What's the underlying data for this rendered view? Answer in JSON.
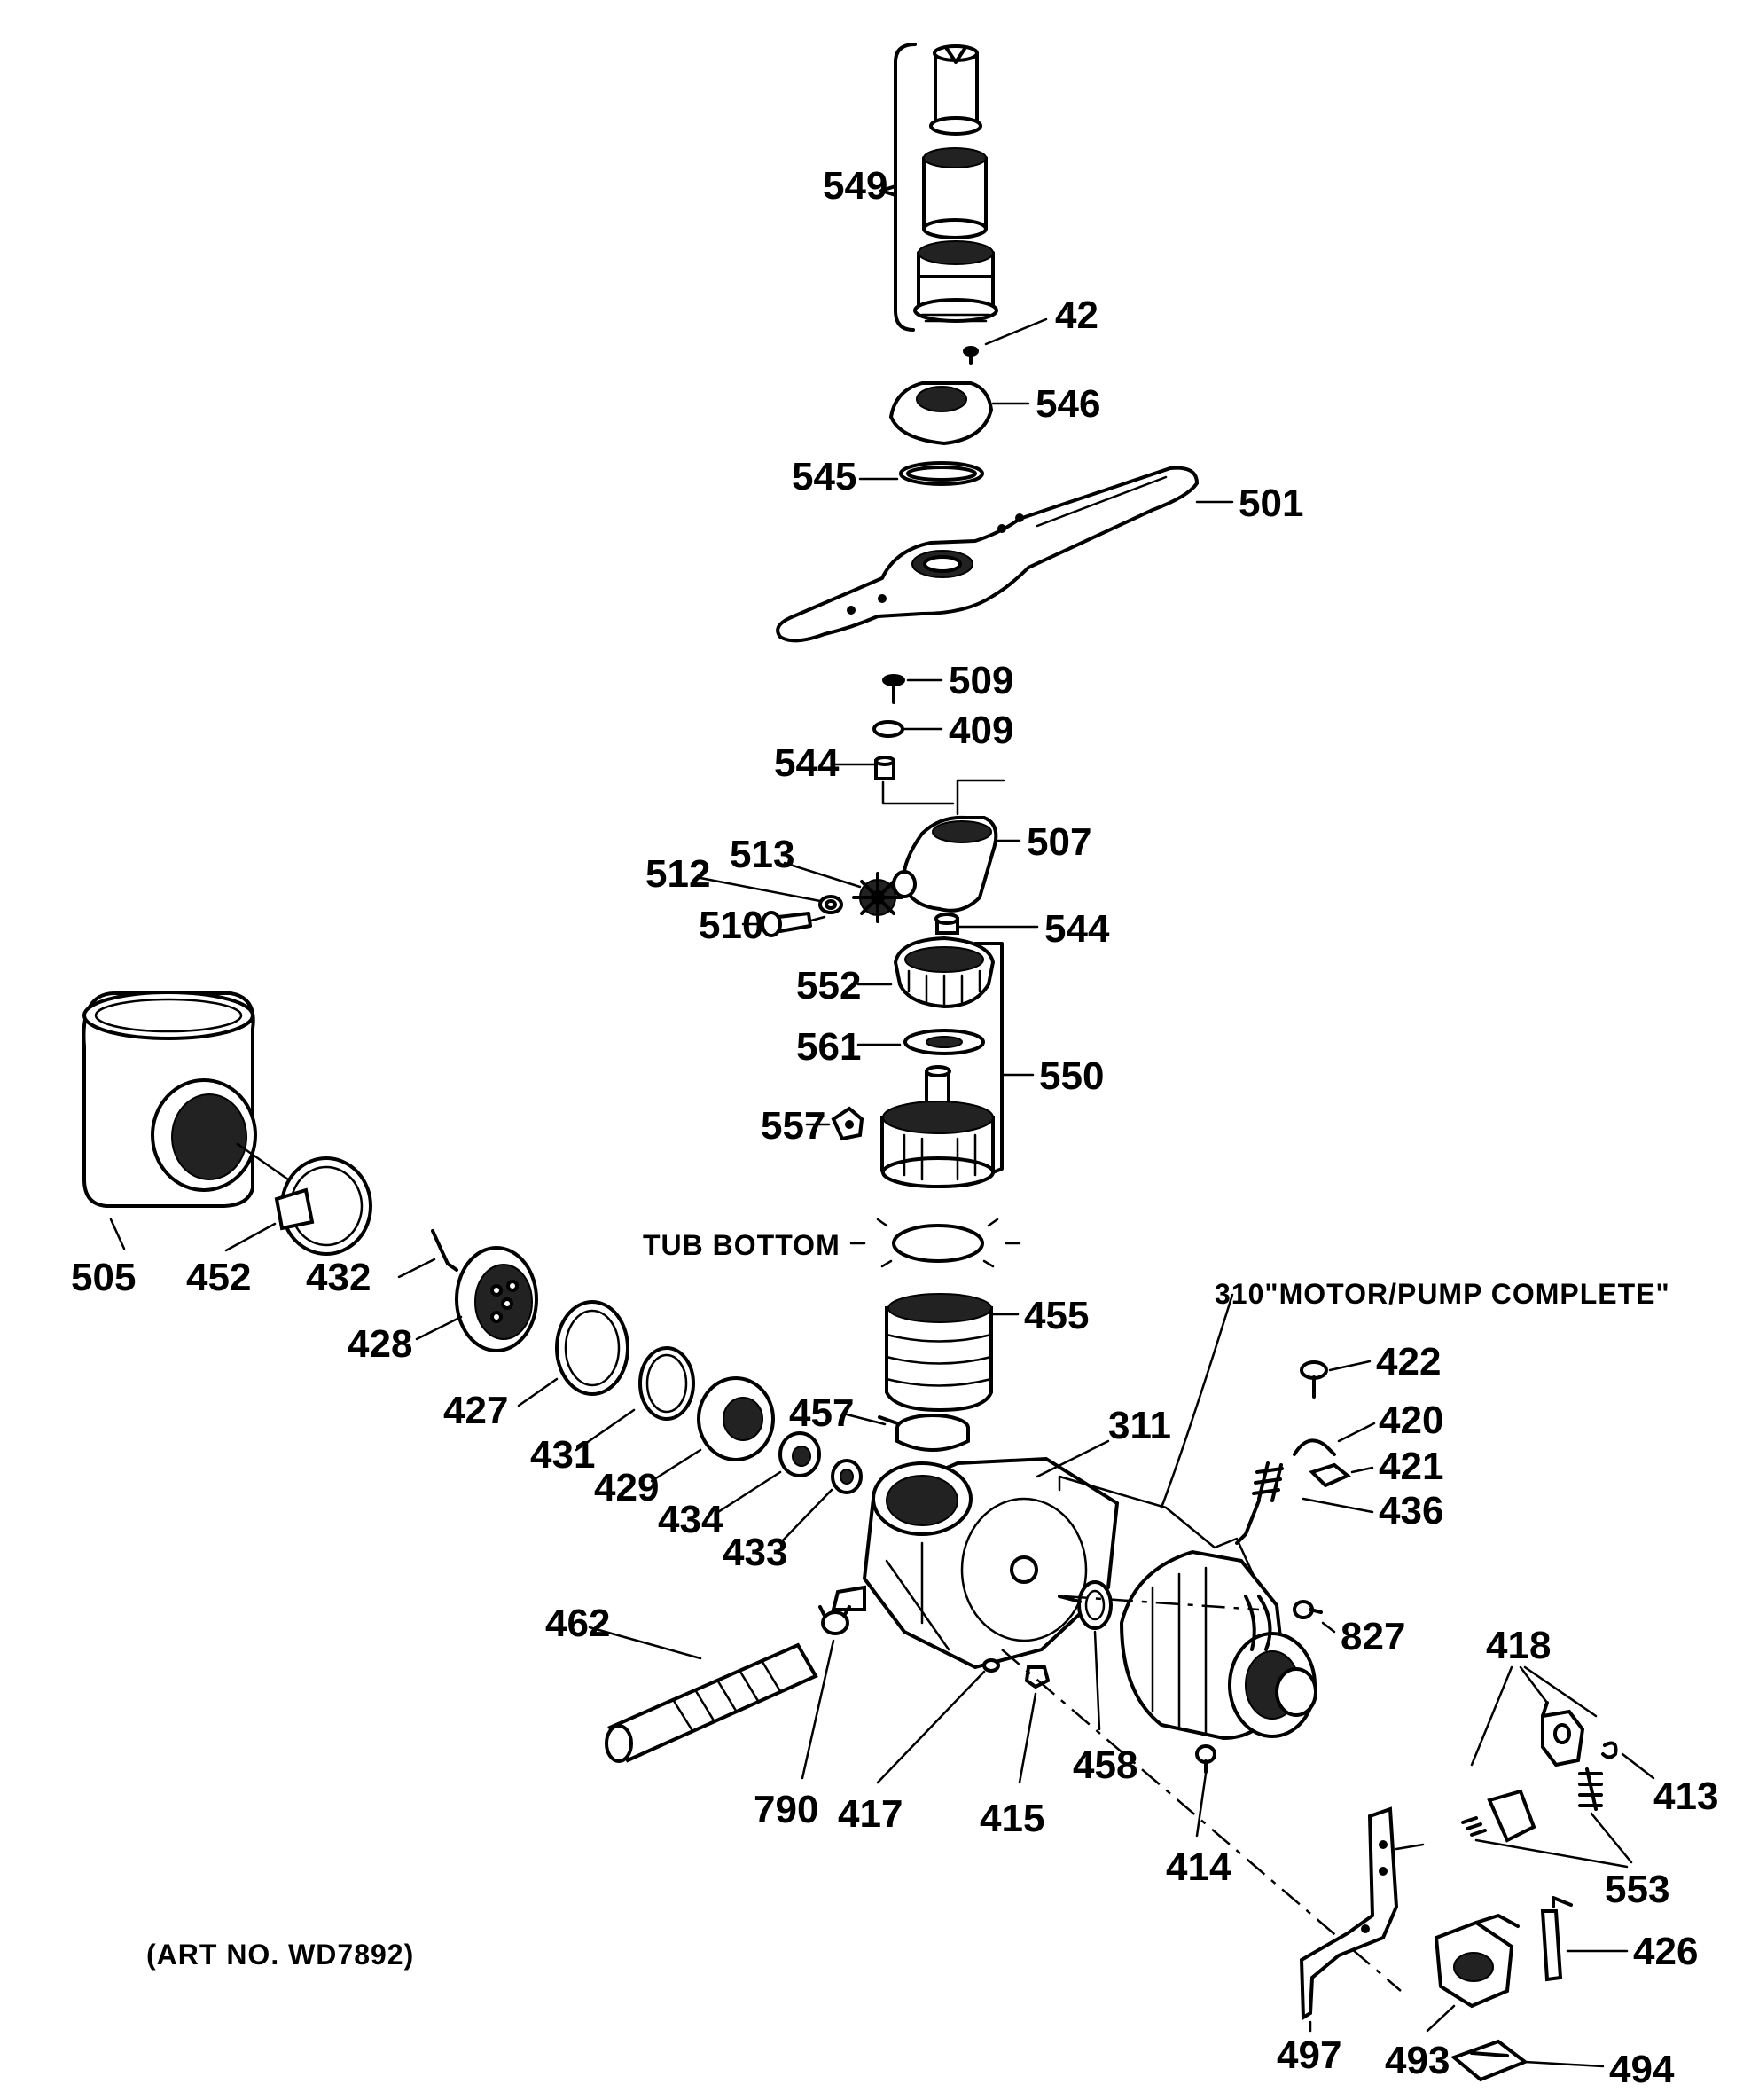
{
  "art_number": "(ART NO. WD7892)",
  "labels": {
    "tub_bottom": "TUB BOTTOM",
    "motor_pump": "310\"MOTOR/PUMP COMPLETE\""
  },
  "parts": {
    "p549": "549",
    "p42": "42",
    "p546": "546",
    "p545": "545",
    "p501": "501",
    "p509": "509",
    "p409": "409",
    "p544a": "544",
    "p507": "507",
    "p513": "513",
    "p512": "512",
    "p510": "510",
    "p544b": "544",
    "p552": "552",
    "p561": "561",
    "p550": "550",
    "p557": "557",
    "p505": "505",
    "p452": "452",
    "p432": "432",
    "p428": "428",
    "p427": "427",
    "p431": "431",
    "p429": "429",
    "p434": "434",
    "p433": "433",
    "p455": "455",
    "p457": "457",
    "p311": "311",
    "p422": "422",
    "p420": "420",
    "p421": "421",
    "p436": "436",
    "p827": "827",
    "p462": "462",
    "p790": "790",
    "p417": "417",
    "p415": "415",
    "p458": "458",
    "p414": "414",
    "p418": "418",
    "p413": "413",
    "p553": "553",
    "p426": "426",
    "p497": "497",
    "p493": "493",
    "p494": "494"
  }
}
